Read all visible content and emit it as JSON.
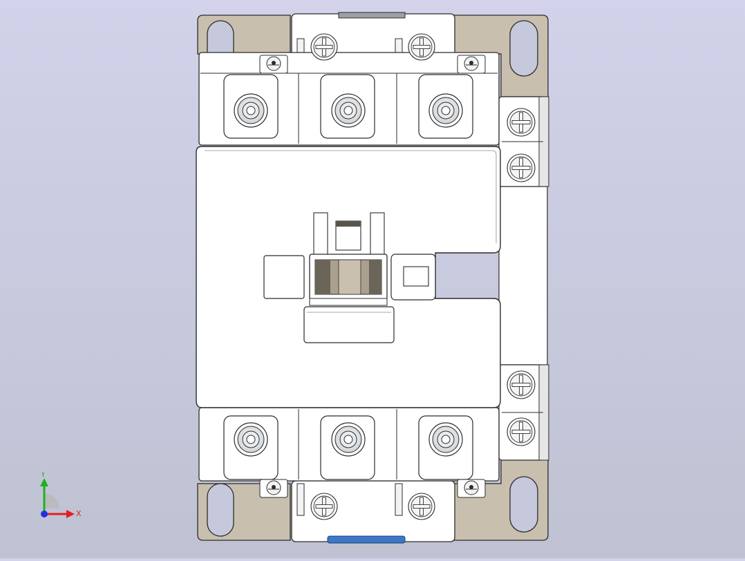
{
  "scene": {
    "colors": {
      "background_top": "#d2d2ea",
      "background_bottom": "#bfc2d2",
      "mounting_plate": "#c9bfae",
      "housing": "#ffffff",
      "edge": "#2b2b2b",
      "window_dark": "#6b6458",
      "window_mid": "#aaa08f",
      "clip_blue": "#3a78c8"
    },
    "main_terminals": 6,
    "aux_terminals": 4,
    "mounting_slots": 4
  },
  "triad": {
    "x_label": "X",
    "y_label": "Y",
    "x_color": "#e02020",
    "y_color": "#20b020",
    "z_color": "#2030e0"
  }
}
